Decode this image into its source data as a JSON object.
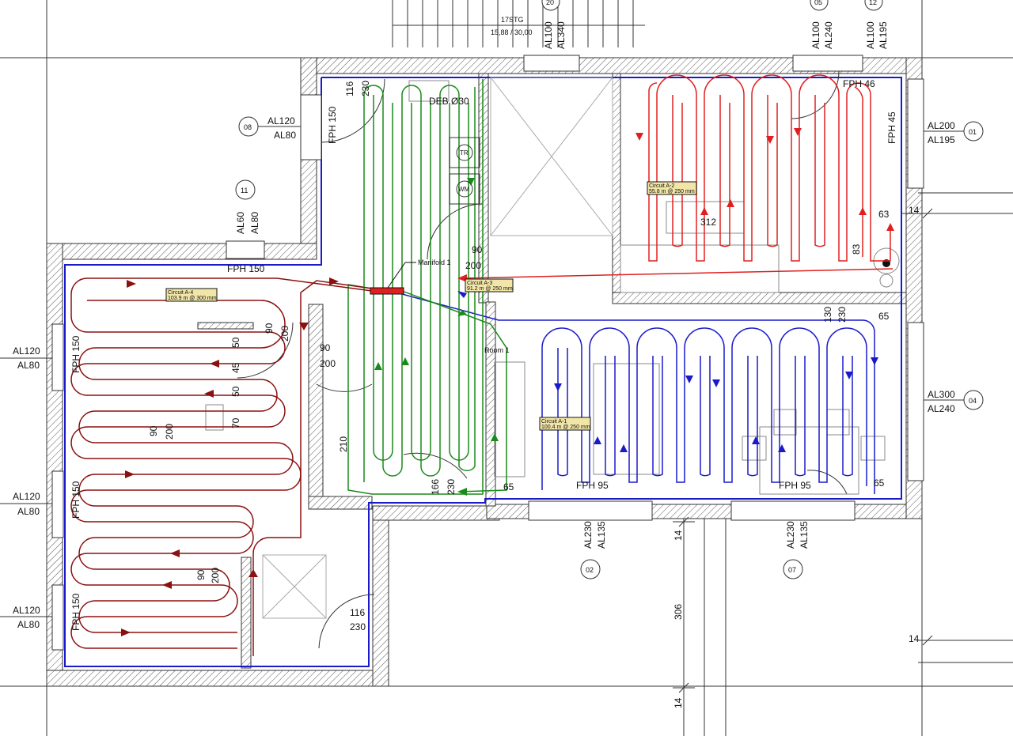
{
  "stair": {
    "label": "17STG",
    "sublabel": "15,88  / 30,00"
  },
  "top_marks": {
    "m20": "20",
    "m05": "05",
    "m12": "12"
  },
  "top_openings": [
    {
      "a": "AL100",
      "b": "AL340"
    },
    {
      "a": "AL100",
      "b": "AL240"
    },
    {
      "a": "AL100",
      "b": "AL195"
    }
  ],
  "fixtures": {
    "deb": "DEB Ø30",
    "tr": "TR",
    "wm": "WM"
  },
  "fph": {
    "top_left": "FPH 150",
    "small": "FPH 150",
    "r46": "FPH 46",
    "r45": "FPH 45",
    "b95a": "FPH 95",
    "b95b": "FPH 95",
    "l1": "FPH 150",
    "l2": "FPH 150",
    "l3": "FPH 150"
  },
  "windows": {
    "w08": {
      "mark": "08",
      "a": "AL120",
      "b": "AL80"
    },
    "w11": {
      "mark": "11",
      "a": "AL60",
      "b": "AL80"
    },
    "w01": {
      "mark": "01",
      "a": "AL200",
      "b": "AL195"
    },
    "w04": {
      "mark": "04",
      "a": "AL300",
      "b": "AL240"
    },
    "w02": {
      "mark": "02",
      "a": "AL230",
      "b": "AL135"
    },
    "w07": {
      "mark": "07",
      "a": "AL230",
      "b": "AL135"
    },
    "left1": {
      "a": "AL120",
      "b": "AL80"
    },
    "left2": {
      "a": "AL120",
      "b": "AL80"
    },
    "left3": {
      "a": "AL120",
      "b": "AL80"
    }
  },
  "circuits": {
    "a1": {
      "name": "Circuit A-1",
      "spec": "100.4 m @ 250 mm",
      "color": "#1a1acc"
    },
    "a2": {
      "name": "Circuit A-2",
      "spec": "55.8 m @ 250 mm",
      "color": "#e02020"
    },
    "a3": {
      "name": "Circuit A-3",
      "spec": "91.2 m @ 250 mm",
      "color": "#1a8a1a"
    },
    "a4": {
      "name": "Circuit A-4",
      "spec": "103.9 m @ 300 mm",
      "color": "#8b1010"
    }
  },
  "manifold": {
    "label": "Manifold 1"
  },
  "room": {
    "label": "Room 1"
  },
  "dims": {
    "d116a": "116",
    "d230a": "230",
    "d90a": "90",
    "d200a": "200",
    "d90b": "90",
    "d200b": "200",
    "d90c": "90",
    "d200c": "200",
    "d50a": "50",
    "d45": "45",
    "d50b": "50",
    "d70": "70",
    "d90d": "90",
    "d200d": "200",
    "d90e": "90",
    "d200e": "200",
    "d210": "210",
    "d166": "166",
    "d230b": "230",
    "d65a": "65",
    "d130": "130",
    "d230c": "230",
    "d65b": "65",
    "d65c": "65",
    "d312": "312",
    "d63": "63",
    "d83": "83",
    "d14a": "14",
    "d14b": "14",
    "d306": "306",
    "d14c": "14",
    "d116b": "116",
    "d230d": "230"
  }
}
